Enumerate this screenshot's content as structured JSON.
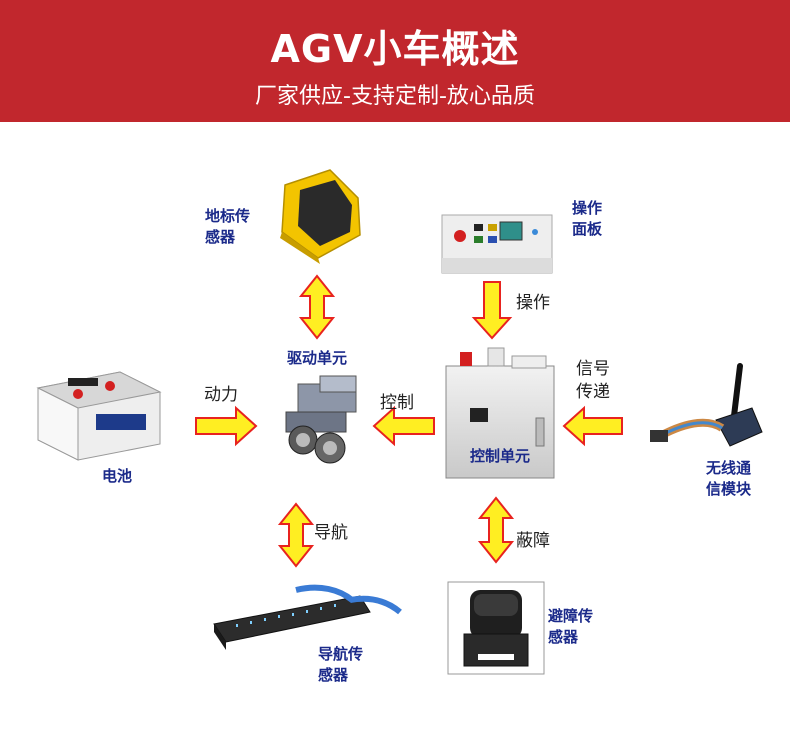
{
  "header": {
    "title": "AGV小车概述",
    "subtitle": "厂家供应-支持定制-放心品质"
  },
  "colors": {
    "banner": "#c1272d",
    "arrow_fill": "#ffee22",
    "arrow_stroke": "#e8231f",
    "label_blue": "#1b2a8a"
  },
  "components": {
    "landmark_sensor": {
      "line1": "地标传",
      "line2": "感器"
    },
    "operation_panel": {
      "line1": "操作",
      "line2": "面板"
    },
    "drive_unit": "驱动单元",
    "control_unit": "控制单元",
    "battery": "电池",
    "wireless_module": {
      "line1": "无线通",
      "line2": "信模块"
    },
    "nav_sensor": {
      "line1": "导航传",
      "line2": "感器"
    },
    "obstacle_sensor": {
      "line1": "避障传",
      "line2": "感器"
    }
  },
  "relations": {
    "operate": "操作",
    "power": "动力",
    "control": "控制",
    "signal": {
      "line1": "信号",
      "line2": "传递"
    },
    "navigation": "导航",
    "obstacle": "蔽障"
  }
}
